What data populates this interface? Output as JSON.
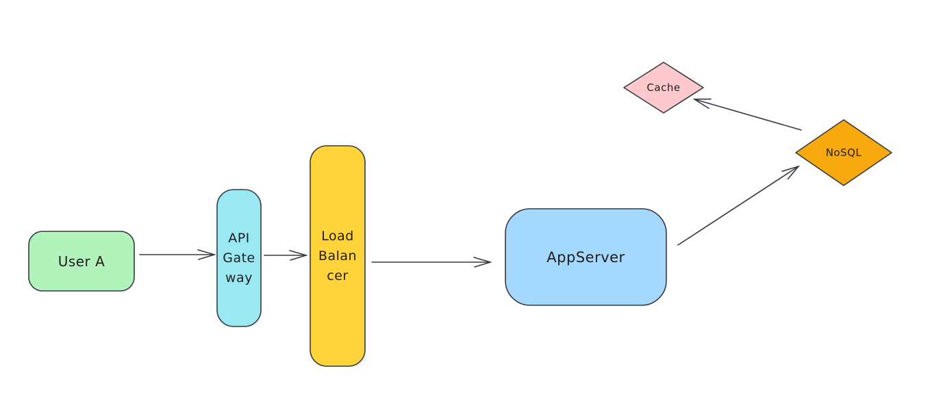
{
  "diagram": {
    "title": "request-flow-architecture",
    "background_color": "#ffffff",
    "stroke_color": "#343a40",
    "text_color": "#1e1e1e",
    "nodes": [
      {
        "id": "user-a",
        "label": "User A",
        "shape": "rounded-rect",
        "fill": "#b2f2bb"
      },
      {
        "id": "api-gateway",
        "label": "API\nGate\nway",
        "shape": "rounded-rect",
        "fill": "#99e8f2"
      },
      {
        "id": "load-balancer",
        "label": "Load\nBalan\ncer",
        "shape": "rounded-rect",
        "fill": "#ffd43b"
      },
      {
        "id": "app-server",
        "label": "AppServer",
        "shape": "rounded-rect",
        "fill": "#a5d8ff"
      },
      {
        "id": "cache",
        "label": "Cache",
        "shape": "diamond",
        "fill": "#fdc9cd"
      },
      {
        "id": "nosql",
        "label": "NoSQL",
        "shape": "diamond",
        "fill": "#f8a90e"
      }
    ],
    "edges": [
      {
        "from": "user-a",
        "to": "api-gateway"
      },
      {
        "from": "api-gateway",
        "to": "load-balancer"
      },
      {
        "from": "load-balancer",
        "to": "app-server"
      },
      {
        "from": "app-server",
        "to": "nosql"
      },
      {
        "from": "nosql",
        "to": "cache"
      }
    ]
  }
}
